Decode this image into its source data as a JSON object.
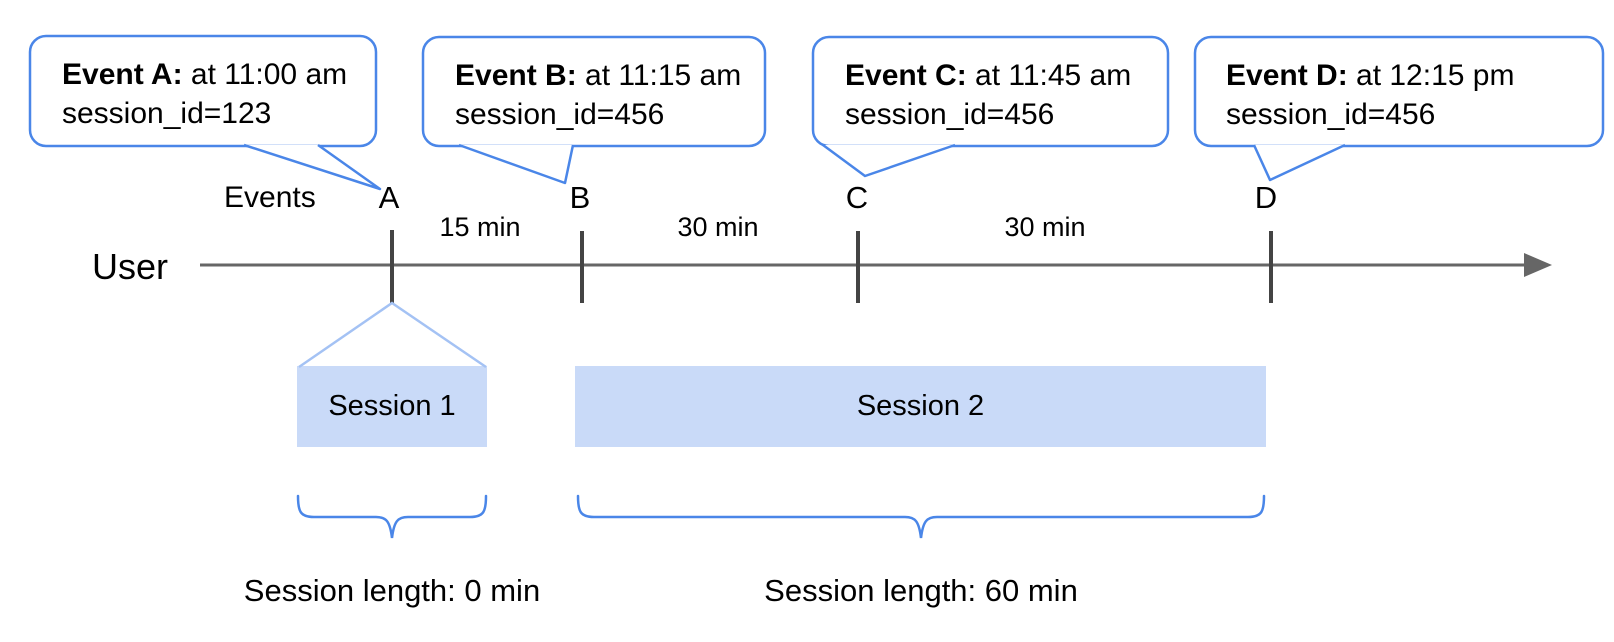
{
  "colors": {
    "accent_blue": "#4a86e8",
    "light_blue": "#a4c2f4",
    "session_fill": "#c9daf8",
    "line_gray": "#666666",
    "tick_gray": "#444444",
    "text_black": "#000000"
  },
  "bubbles": [
    {
      "title": "Event A:",
      "time": " at 11:00 am",
      "session_id": "session_id=123"
    },
    {
      "title": "Event B:",
      "time": " at 11:15 am",
      "session_id": "session_id=456"
    },
    {
      "title": "Event C:",
      "time": " at 11:45 am",
      "session_id": "session_id=456"
    },
    {
      "title": "Event D:",
      "time": " at 12:15 pm",
      "session_id": "session_id=456"
    }
  ],
  "timeline": {
    "user_label": "User",
    "events_label": "Events",
    "event_labels": [
      "A",
      "B",
      "C",
      "D"
    ],
    "intervals": [
      "15 min",
      "30 min",
      "30 min"
    ]
  },
  "sessions": [
    {
      "label": "Session 1",
      "length_label": "Session length: 0 min"
    },
    {
      "label": "Session 2",
      "length_label": "Session length: 60 min"
    }
  ]
}
